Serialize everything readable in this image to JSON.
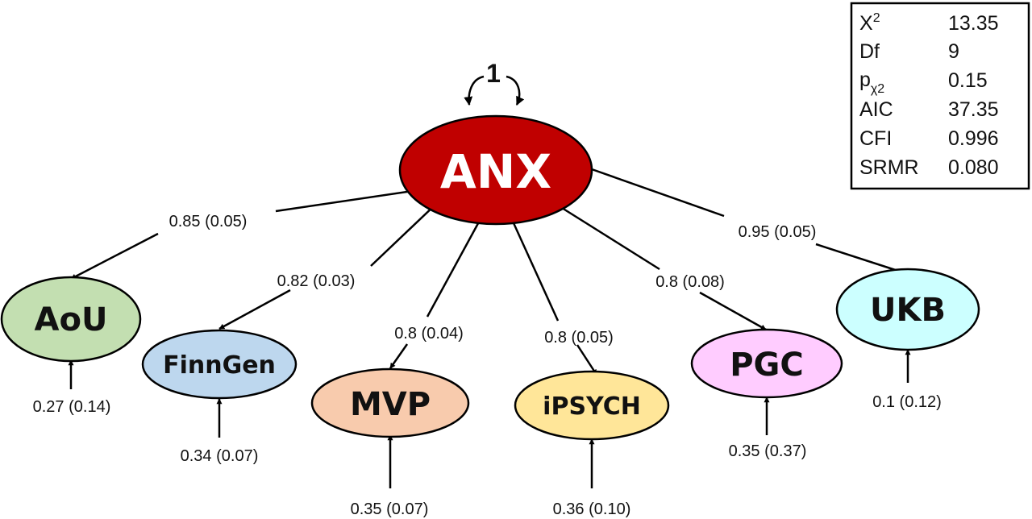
{
  "latent": {
    "label": "ANX",
    "variance_label": "1",
    "fill": "#c00000",
    "text_color": "#ffffff"
  },
  "indicators": [
    {
      "label": "AoU",
      "loading": "0.85 (0.05)",
      "residual": "0.27 (0.14)",
      "fill": "#c3dfb1"
    },
    {
      "label": "FinnGen",
      "loading": "0.82 (0.03)",
      "residual": "0.34 (0.07)",
      "fill": "#bdd7ee"
    },
    {
      "label": "MVP",
      "loading": "0.8 (0.04)",
      "residual": "0.35 (0.07)",
      "fill": "#f8cbad"
    },
    {
      "label": "iPSYCH",
      "loading": "0.8 (0.05)",
      "residual": "0.36 (0.10)",
      "fill": "#ffe699"
    },
    {
      "label": "PGC",
      "loading": "0.8 (0.08)",
      "residual": "0.35 (0.37)",
      "fill": "#ffccff"
    },
    {
      "label": "UKB",
      "loading": "0.95 (0.05)",
      "residual": "0.1 (0.12)",
      "fill": "#ccffff"
    }
  ],
  "fit_stats": [
    {
      "name": "X",
      "sup": "2",
      "sub": "",
      "value": "13.35"
    },
    {
      "name": "Df",
      "sup": "",
      "sub": "",
      "value": "9"
    },
    {
      "name": "p",
      "sup": "",
      "sub": "χ2",
      "value": "0.15"
    },
    {
      "name": "AIC",
      "sup": "",
      "sub": "",
      "value": "37.35"
    },
    {
      "name": "CFI",
      "sup": "",
      "sub": "",
      "value": "0.996"
    },
    {
      "name": "SRMR",
      "sup": "",
      "sub": "",
      "value": "0.080"
    }
  ]
}
